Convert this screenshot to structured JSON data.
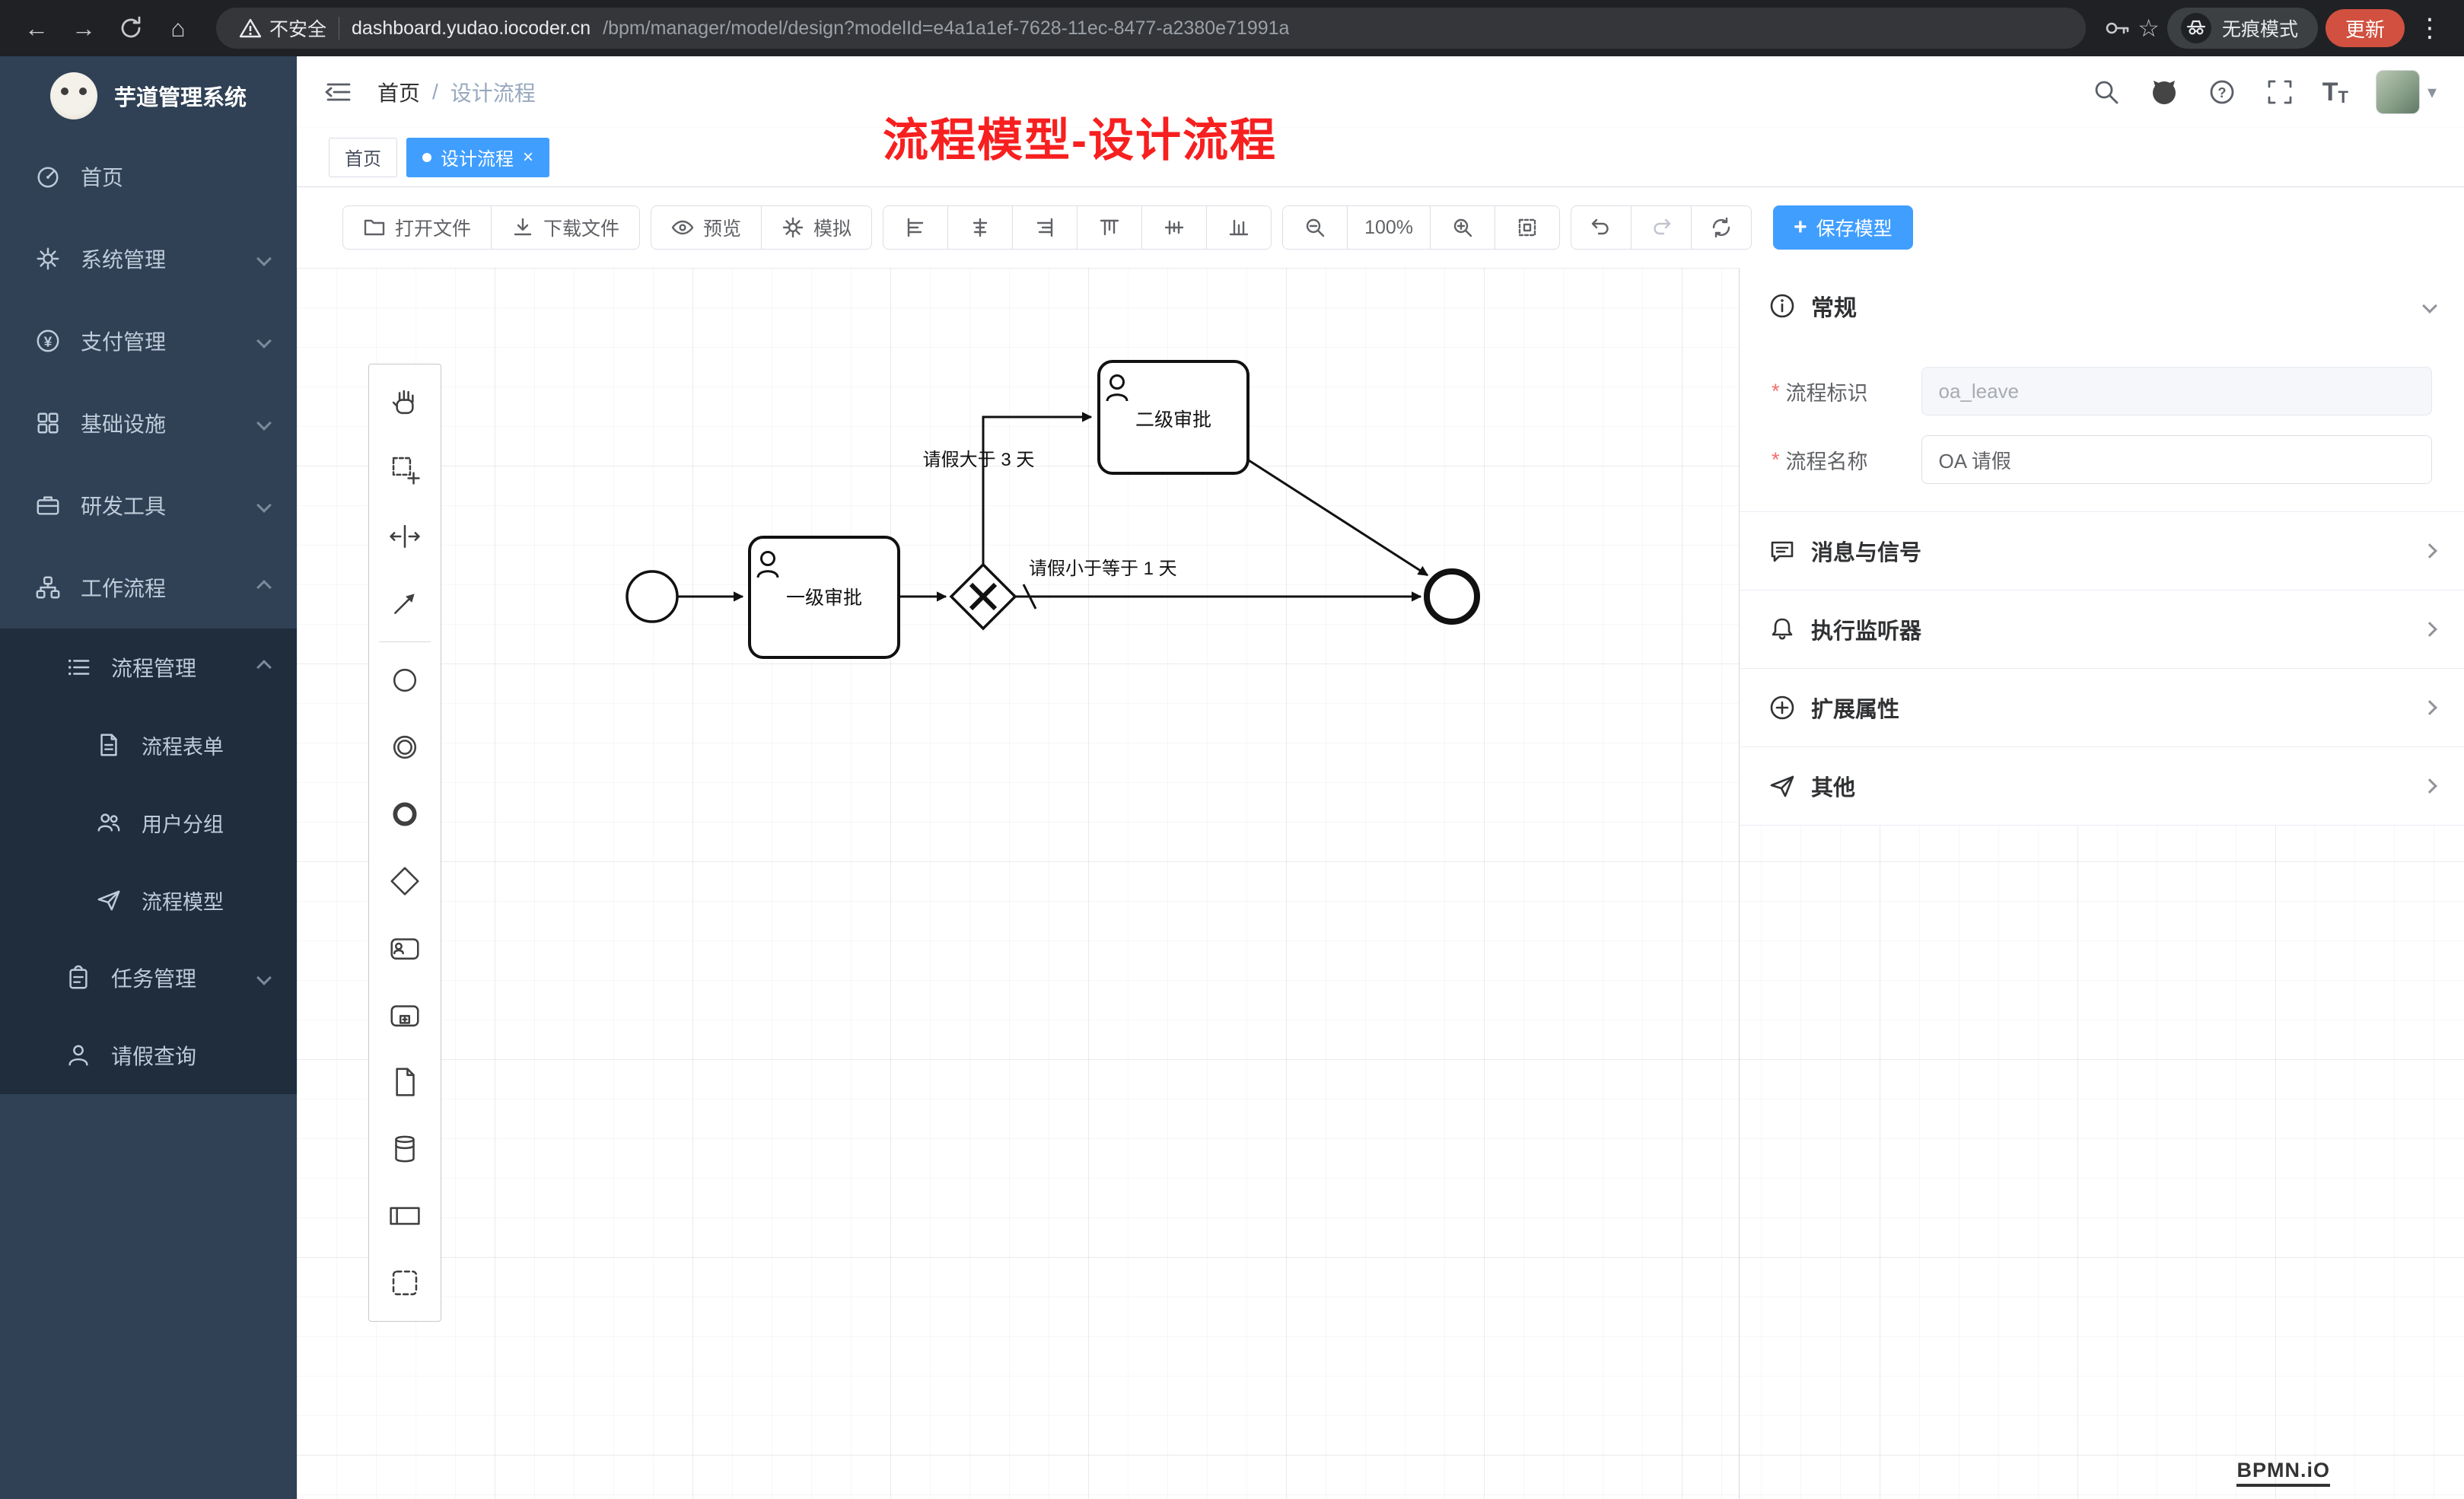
{
  "browser": {
    "security_label": "不安全",
    "url_host": "dashboard.yudao.iocoder.cn",
    "url_path": "/bpm/manager/model/design?modelId=e4a1a1ef-7628-11ec-8477-a2380e71991a",
    "incognito_label": "无痕模式",
    "update_label": "更新"
  },
  "glyphs": {
    "back": "←",
    "forward": "→",
    "home": "⌂",
    "star": "☆",
    "menu_dots": "⋮",
    "caret_down": "▾",
    "yen": "¥",
    "help": "?",
    "font_large": "T",
    "font_small": "T",
    "plus": "+",
    "close": "×",
    "slash": "/",
    "required": "*"
  },
  "colors": {
    "primary": "#409eff",
    "annotation": "#f71f1f",
    "sidebar_bg": "#304156",
    "sidebar_sub_bg": "#1f2d3d"
  },
  "sidebar": {
    "title": "芋道管理系统",
    "items": [
      {
        "label": "首页"
      },
      {
        "label": "系统管理"
      },
      {
        "label": "支付管理"
      },
      {
        "label": "基础设施"
      },
      {
        "label": "研发工具"
      },
      {
        "label": "工作流程"
      }
    ],
    "sub_items": [
      {
        "label": "流程管理"
      },
      {
        "label": "流程表单"
      },
      {
        "label": "用户分组"
      },
      {
        "label": "流程模型"
      },
      {
        "label": "任务管理"
      },
      {
        "label": "请假查询"
      }
    ]
  },
  "header": {
    "breadcrumb_home": "首页",
    "breadcrumb_current": "设计流程",
    "annotation": "流程模型-设计流程"
  },
  "tabs": {
    "home": "首页",
    "active": "设计流程"
  },
  "toolbar": {
    "open": "打开文件",
    "download": "下载文件",
    "preview": "预览",
    "simulate": "模拟",
    "zoom": "100%",
    "save": "保存模型"
  },
  "diagram": {
    "task1": "一级审批",
    "task2": "二级审批",
    "cond_gt": "请假大于 3 天",
    "cond_le": "请假小于等于 1 天"
  },
  "panel": {
    "general": "常规",
    "field_key_label": "流程标识",
    "field_key_value": "oa_leave",
    "field_name_label": "流程名称",
    "field_name_value": "OA 请假",
    "sections": [
      {
        "label": "消息与信号"
      },
      {
        "label": "执行监听器"
      },
      {
        "label": "扩展属性"
      },
      {
        "label": "其他"
      }
    ]
  },
  "watermark": "BPMN.iO"
}
